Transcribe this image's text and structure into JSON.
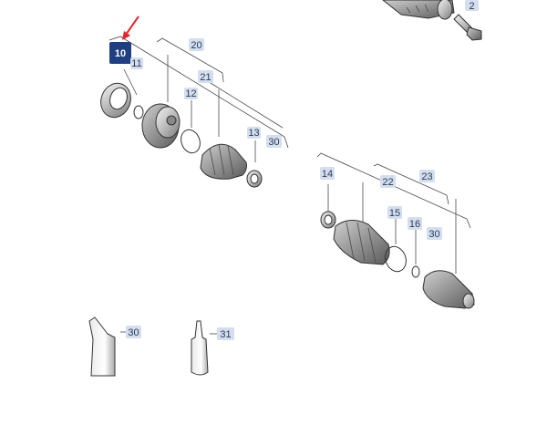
{
  "diagram": {
    "selected_label": "10",
    "labels": {
      "l2": "2",
      "l10": "10",
      "l11": "11",
      "l12": "12",
      "l13": "13",
      "l14": "14",
      "l15": "15",
      "l16": "16",
      "l20": "20",
      "l21": "21",
      "l22": "22",
      "l23": "23",
      "l30a": "30",
      "l30b": "30",
      "l30c": "30",
      "l31": "31"
    },
    "colors": {
      "selected_fill": "#1f3f82",
      "label_fill": "#d3deef",
      "arrow": "#e8242a"
    },
    "icons": [
      "grease-tube-icon",
      "sealant-bottle-icon"
    ]
  }
}
